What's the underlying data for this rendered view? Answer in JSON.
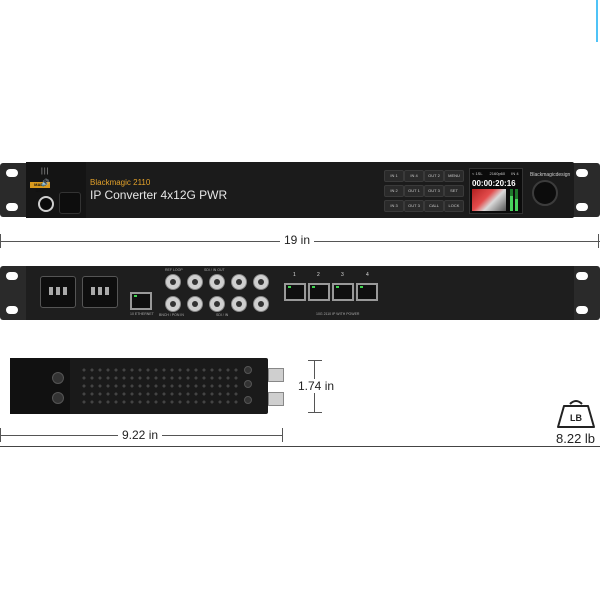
{
  "product": {
    "brand_line": "Blackmagic 2110",
    "model_line": "IP Converter 4x12G PWR",
    "badge": "MADE BOX",
    "logo": "Blackmagicdesign"
  },
  "front_buttons": [
    "IN 1",
    "IN 4",
    "OUT 2",
    "MENU",
    "IN 2",
    "OUT 1",
    "OUT 3",
    "SET",
    "IN 3",
    "OUT 3",
    "CALL",
    "LOCK"
  ],
  "lcd": {
    "top_left": "< 1SL",
    "top_mid": "2160p60",
    "top_right": "IN 4",
    "timecode": "00:00:20:16"
  },
  "meters": {
    "left_level": 0.7,
    "right_level": 0.55
  },
  "rear": {
    "port_numbers": [
      "1",
      "2",
      "3",
      "4"
    ],
    "label_eth": "10 ETHERNET",
    "label_ref": "REF LOOP",
    "label_sdi_out": "SDI / IN OUT",
    "label_sdi_in": "SDI / IN",
    "label_ip": "10G 2110 IP WITH POWER",
    "label_ref_in": "BNCH / PON IN"
  },
  "dimensions": {
    "width": "19 in",
    "depth": "9.22 in",
    "height": "1.74 in",
    "weight": "8.22 lb",
    "weight_unit_icon": "LB"
  },
  "icons": {
    "speaker": "speaker-icon",
    "weight": "weight-icon",
    "knob": "control-knob-icon"
  },
  "colors": {
    "accent": "#4fc3f7",
    "brand": "#e3a12a"
  }
}
